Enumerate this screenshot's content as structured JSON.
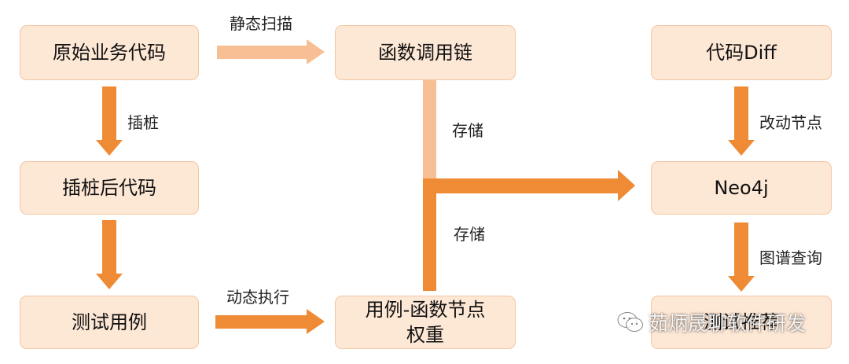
{
  "colors": {
    "node_fill": "#fde7d5",
    "node_border": "#f3c7a3",
    "arrow_strong": "#ef8a35",
    "arrow_light": "#f7bf93"
  },
  "nodes": {
    "original_code": "原始业务代码",
    "call_chain": "函数调用链",
    "code_diff": "代码Diff",
    "instrumented_code": "插桩后代码",
    "neo4j": "Neo4j",
    "test_cases": "测试用例",
    "case_weight_line1": "用例-函数节点",
    "case_weight_line2": "权重",
    "test_recommend": "测试推荐"
  },
  "edge_labels": {
    "static_scan": "静态扫描",
    "instrument": "插桩",
    "store_upper": "存储",
    "store_lower": "存储",
    "changed_nodes": "改动节点",
    "graph_query": "图谱查询",
    "dynamic_exec": "动态执行"
  },
  "watermark": {
    "icon": "wechat-icon",
    "text": "茹炳晟聊软件研发"
  }
}
